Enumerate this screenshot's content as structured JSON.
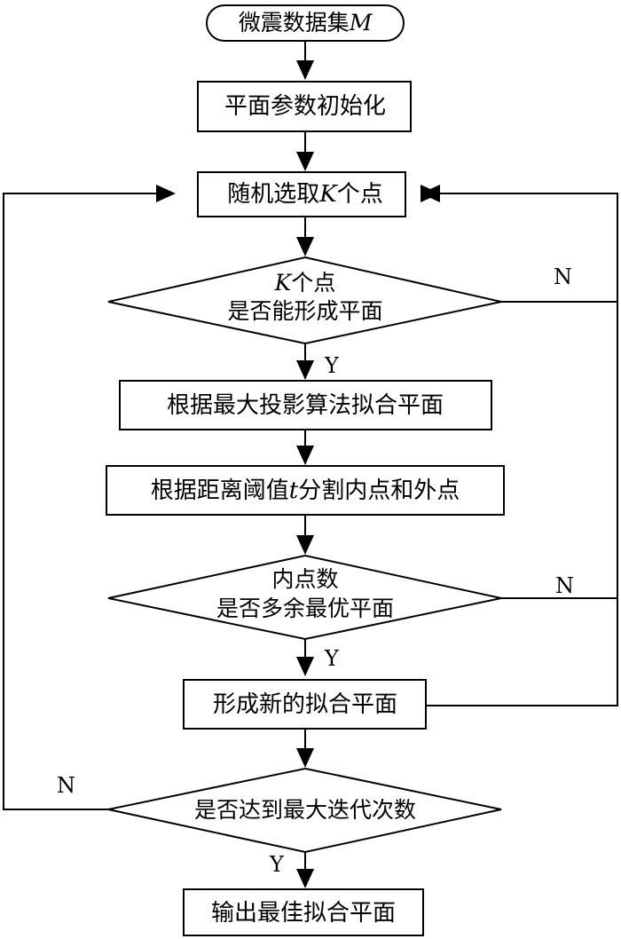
{
  "nodes": {
    "start": {
      "prefix": "微震数据集",
      "var": "M",
      "suffix": ""
    },
    "init": {
      "text": "平面参数初始化"
    },
    "select": {
      "prefix": "随机选取",
      "var": "K",
      "suffix": "个点"
    },
    "check_plane": {
      "line1_var": "K",
      "line1_suffix": "个点",
      "line2": "是否能形成平面"
    },
    "fit": {
      "text": "根据最大投影算法拟合平面"
    },
    "split": {
      "prefix": "根据距离阈值",
      "var": "t",
      "suffix": "分割内点和外点"
    },
    "check_inliers": {
      "line1": "内点数",
      "line2": "是否多余最优平面"
    },
    "new_plane": {
      "text": "形成新的拟合平面"
    },
    "check_iter": {
      "text": "是否达到最大迭代次数"
    },
    "output": {
      "text": "输出最佳拟合平面"
    }
  },
  "edge_labels": {
    "plane_no": "N",
    "plane_yes": "Y",
    "inliers_no": "N",
    "inliers_yes": "Y",
    "iter_no": "N",
    "iter_yes": "Y"
  }
}
